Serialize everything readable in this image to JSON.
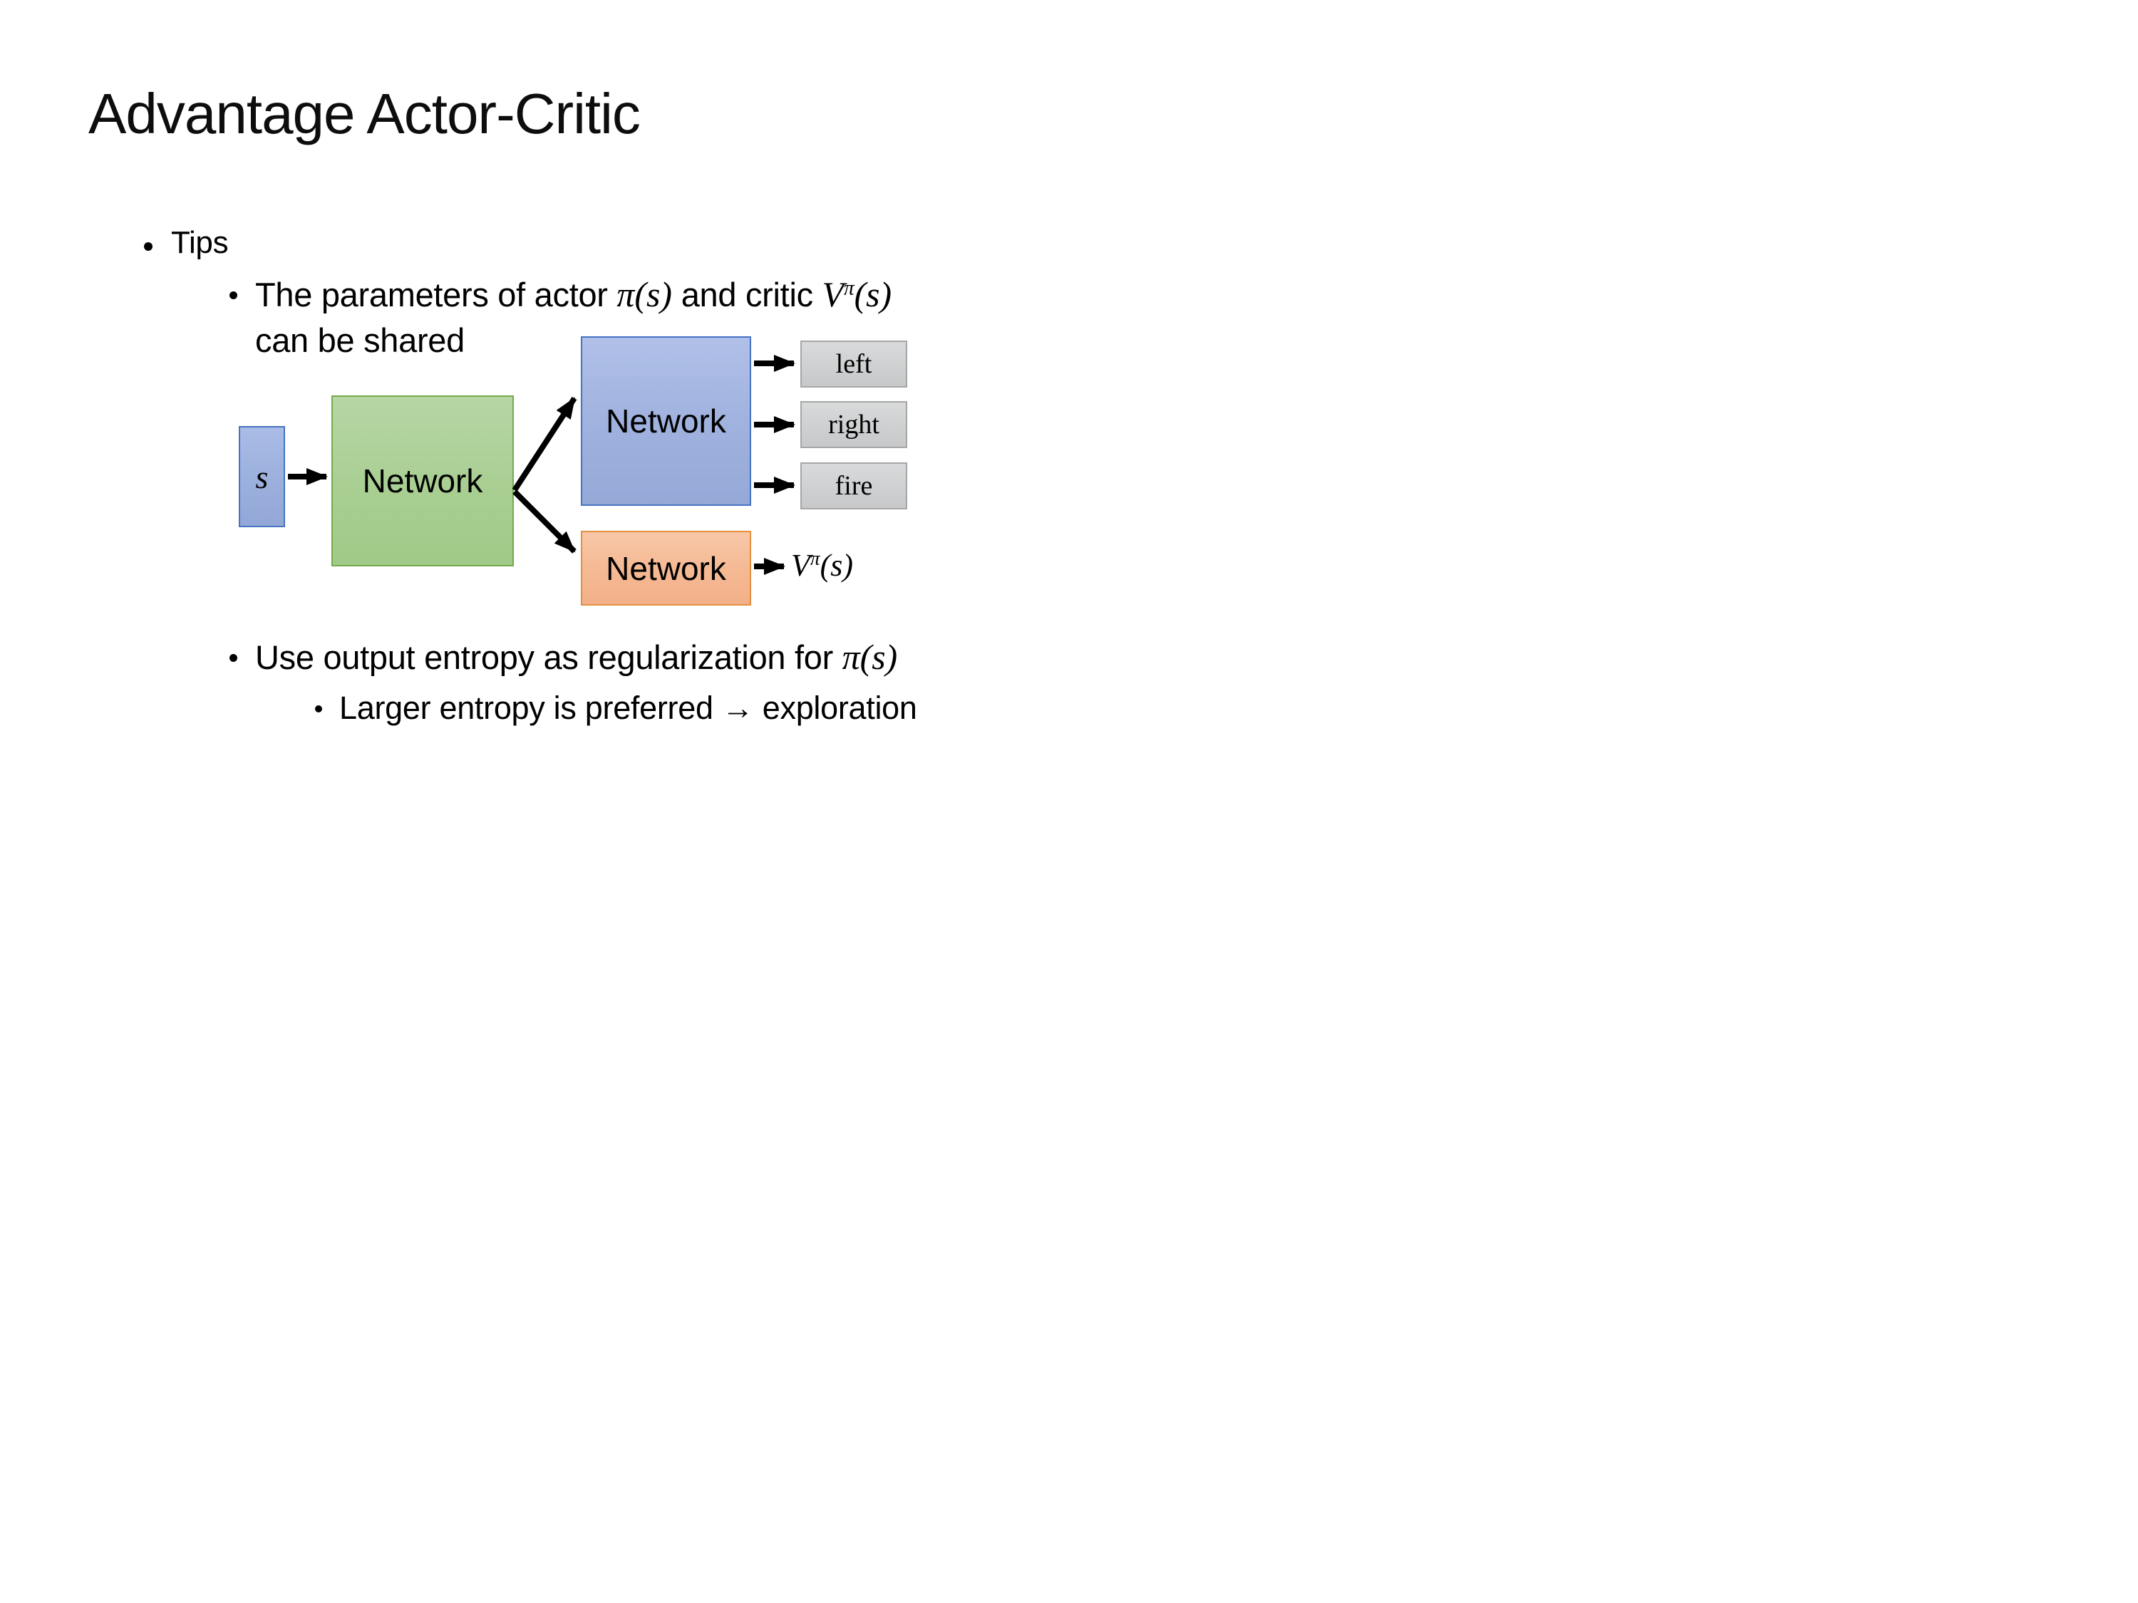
{
  "slide": {
    "title": "Advantage Actor-Critic",
    "background_color": "#ffffff",
    "text_color": "#000000"
  },
  "content": {
    "tips_label": "Tips",
    "item1": {
      "text_before": "The parameters of actor ",
      "math_actor": "π(s)",
      "text_mid": "  and critic ",
      "math_critic_base": "V",
      "math_critic_sup": "π",
      "math_critic_args": "(s)",
      "line2": "can be shared"
    },
    "item2": {
      "text_before": "Use output entropy as regularization for ",
      "math_policy": "π(s)"
    },
    "item3": {
      "text": "Larger entropy is preferred → exploration"
    }
  },
  "diagram": {
    "input_label": "s",
    "shared_network_label": "Network",
    "actor_network_label": "Network",
    "critic_network_label": "Network",
    "action_labels": [
      "left",
      "right",
      "fire"
    ],
    "critic_output": {
      "base": "V",
      "sup": "π",
      "args": "(s)"
    },
    "colors": {
      "input_fill": "#9fb3e0",
      "input_border": "#4673c2",
      "shared_network_fill": "#aacf94",
      "shared_network_border": "#74a94c",
      "actor_network_fill": "#a0b2de",
      "actor_network_border": "#4673c2",
      "critic_network_fill": "#f5ba94",
      "critic_network_border": "#e2903f",
      "action_fill": "#cfd1d2",
      "action_border": "#a6a6a6",
      "arrow": "#000000"
    }
  }
}
